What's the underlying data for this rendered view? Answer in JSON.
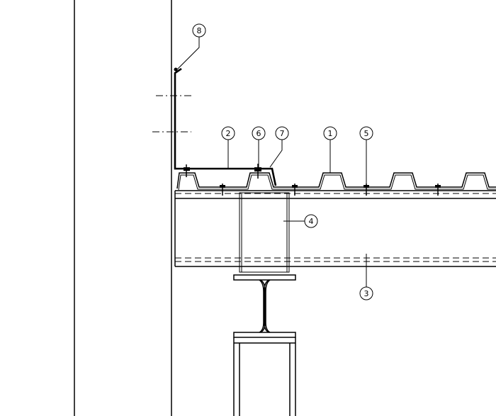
{
  "callouts": [
    {
      "id": "c8",
      "label": "8"
    },
    {
      "id": "c2",
      "label": "2"
    },
    {
      "id": "c6",
      "label": "6"
    },
    {
      "id": "c7",
      "label": "7"
    },
    {
      "id": "c1",
      "label": "1"
    },
    {
      "id": "c5",
      "label": "5"
    },
    {
      "id": "c4",
      "label": "4"
    },
    {
      "id": "c3",
      "label": "3"
    }
  ]
}
